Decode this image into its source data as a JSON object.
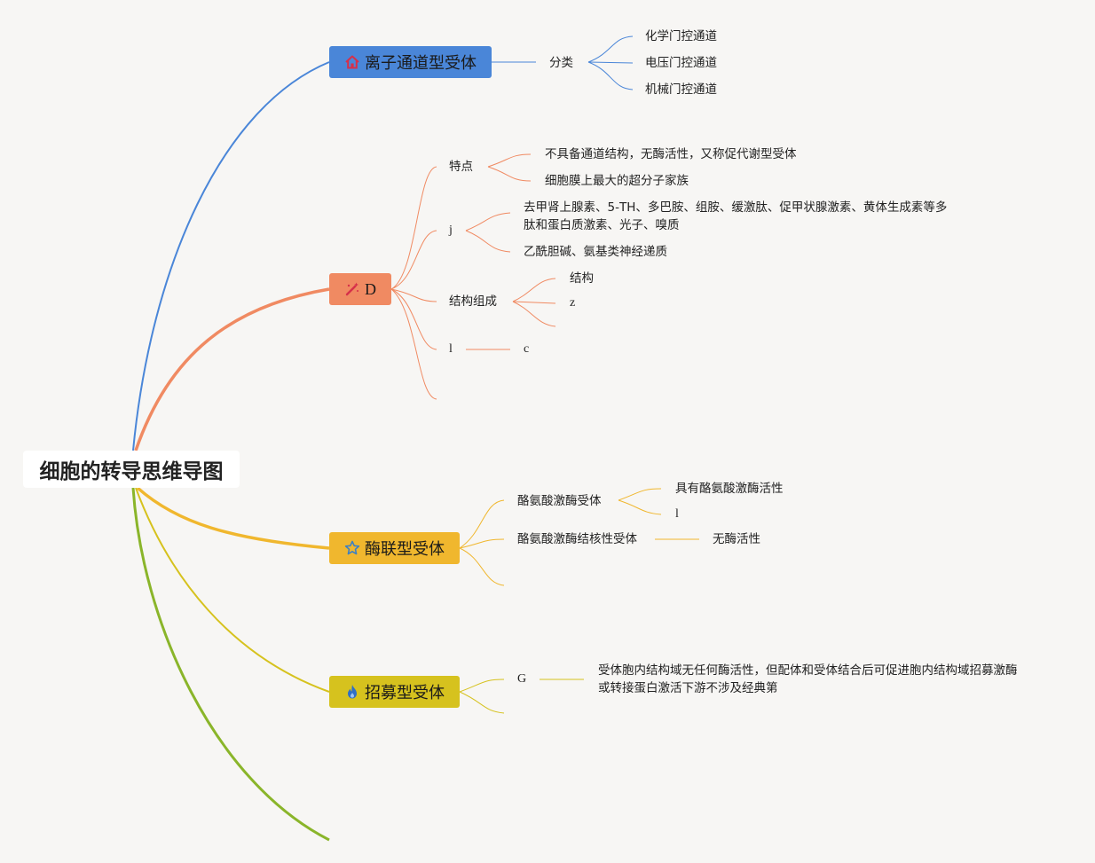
{
  "root": {
    "title": "细胞的转导思维导图"
  },
  "colors": {
    "blue": "#4a86d8",
    "orange": "#f08a62",
    "amber": "#f0b72e",
    "mustard": "#d6c21e",
    "green": "#8ab52a"
  },
  "branches": [
    {
      "label": "离子通道型受体",
      "icon": "home-icon",
      "color": "#4a86d8",
      "children": [
        {
          "label": "分类",
          "children": [
            "化学门控通道",
            "电压门控通道",
            "机械门控通道"
          ]
        }
      ]
    },
    {
      "label": "D",
      "icon": "magic-wand-icon",
      "color": "#f08a62",
      "children": [
        {
          "label": "特点",
          "children": [
            "不具备通道结构，无酶活性，又称促代谢型受体",
            "细胞膜上最大的超分子家族"
          ]
        },
        {
          "label": "j",
          "children": [
            "去甲肾上腺素、5-TH、多巴胺、组胺、缓激肽、促甲状腺激素、黄体生成素等多",
            "肽和蛋白质激素、光子、嗅质",
            "乙酰胆碱、氨基类神经递质"
          ]
        },
        {
          "label": "结构组成",
          "children": [
            "结构",
            "z"
          ]
        },
        {
          "label": "l",
          "children": [
            "c"
          ]
        }
      ]
    },
    {
      "label": "酶联型受体",
      "icon": "star-icon",
      "color": "#f0b72e",
      "children": [
        {
          "label": "酪氨酸激酶受体",
          "children": [
            "具有酪氨酸激酶活性",
            "l"
          ]
        },
        {
          "label": "酪氨酸激酶结核性受体",
          "children": [
            "无酶活性"
          ]
        }
      ]
    },
    {
      "label": "招募型受体",
      "icon": "flame-icon",
      "color": "#d6c21e",
      "children": [
        {
          "label": "G",
          "children": [
            "受体胞内结构域无任何酶活性，但配体和受体结合后可促进胞内结构域招募激酶",
            "或转接蛋白激活下游不涉及经典第"
          ]
        }
      ]
    }
  ]
}
